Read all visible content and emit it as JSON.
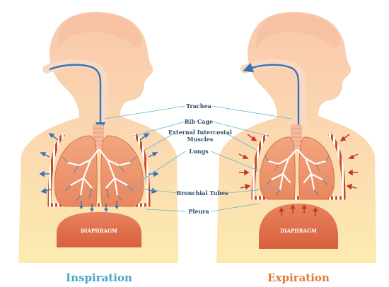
{
  "labels": {
    "trachea": "Trachea",
    "rib_cage": "Rib Cage",
    "external_intercostal_line1": "External Intercostal",
    "external_intercostal_line2": "Muscles",
    "lungs": "Lungs",
    "bronchial_tubes": "Bronchial Tubes",
    "pleura": "Pleura"
  },
  "diaphragm_label": "DIAPHRAGM",
  "captions": {
    "inspiration": "Inspiration",
    "expiration": "Expiration"
  },
  "colors": {
    "inspiration": "#4aa3c8",
    "expiration": "#e07a3c",
    "label_text": "#2a4a6a",
    "leader_line": "#5fb6d6",
    "body_top": "#f9cdb2",
    "body_bottom": "#fbe7a8",
    "lung": "#ee9870",
    "lung_dark": "#e27b52",
    "diaphragm": "#e2704e",
    "airway_arrow": "#3a73b5",
    "arrow_red": "#c0392b"
  }
}
